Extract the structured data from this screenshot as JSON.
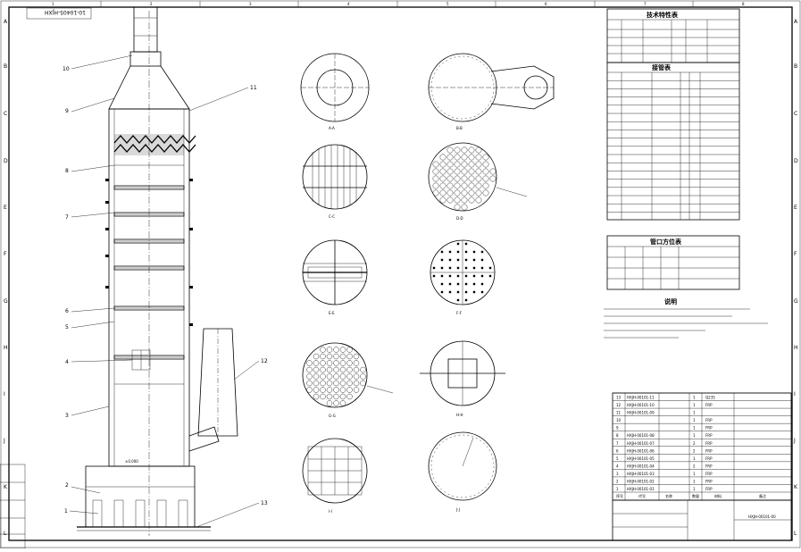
{
  "drawing": {
    "code_stamp": "10-10405-HJXH",
    "border_columns": [
      "1",
      "2",
      "3",
      "4",
      "5",
      "6",
      "7",
      "8"
    ],
    "border_rows": [
      "A",
      "B",
      "C",
      "D",
      "E",
      "F",
      "G",
      "H",
      "I",
      "J",
      "K",
      "L"
    ]
  },
  "tower": {
    "callouts": [
      "1",
      "2",
      "3",
      "4",
      "5",
      "6",
      "7",
      "8",
      "9",
      "10",
      "11",
      "12",
      "13"
    ],
    "dim_labels": [
      "±0.000"
    ]
  },
  "sections": [
    {
      "label": "A-A"
    },
    {
      "label": "B-B"
    },
    {
      "label": "C-C"
    },
    {
      "label": "D-D"
    },
    {
      "label": "E-E"
    },
    {
      "label": "F-F"
    },
    {
      "label": "G-G"
    },
    {
      "label": "H-H"
    },
    {
      "label": "I-I"
    },
    {
      "label": "J-J"
    }
  ],
  "tables": {
    "design_title": "技术特性表",
    "nozzle_title": "接管表",
    "small_title": "管口方位表",
    "notes_title": "说明",
    "bom_header": [
      "序号",
      "代号",
      "名称",
      "数量",
      "材料",
      "备注"
    ],
    "bom_rows": [
      {
        "no": "13",
        "code": "HXJH-00101-11",
        "name": "",
        "qty": "1",
        "mat": "Q235"
      },
      {
        "no": "12",
        "code": "HXJH-00101-10",
        "name": "",
        "qty": "1",
        "mat": "FRP"
      },
      {
        "no": "11",
        "code": "HXJH-00101-09",
        "name": "",
        "qty": "1",
        "mat": ""
      },
      {
        "no": "10",
        "code": "",
        "name": "",
        "qty": "1",
        "mat": "FRP"
      },
      {
        "no": "9",
        "code": "",
        "name": "",
        "qty": "1",
        "mat": "FRP"
      },
      {
        "no": "8",
        "code": "HXJH-00101-08",
        "name": "",
        "qty": "1",
        "mat": "FRP"
      },
      {
        "no": "7",
        "code": "HXJH-00101-07",
        "name": "",
        "qty": "2",
        "mat": "FRP"
      },
      {
        "no": "6",
        "code": "HXJH-00101-06",
        "name": "",
        "qty": "2",
        "mat": "FRP"
      },
      {
        "no": "5",
        "code": "HXJH-00101-05",
        "name": "",
        "qty": "1",
        "mat": "FRP"
      },
      {
        "no": "4",
        "code": "HXJH-00101-04",
        "name": "",
        "qty": "2",
        "mat": "FRP"
      },
      {
        "no": "3",
        "code": "HXJH-00101-03",
        "name": "",
        "qty": "1",
        "mat": "FRP"
      },
      {
        "no": "2",
        "code": "HXJH-00101-02",
        "name": "",
        "qty": "1",
        "mat": "FRP"
      },
      {
        "no": "1",
        "code": "HXJH-00101-01",
        "name": "",
        "qty": "1",
        "mat": "FRP"
      }
    ],
    "drawing_no": "HXJH-00101-00"
  }
}
